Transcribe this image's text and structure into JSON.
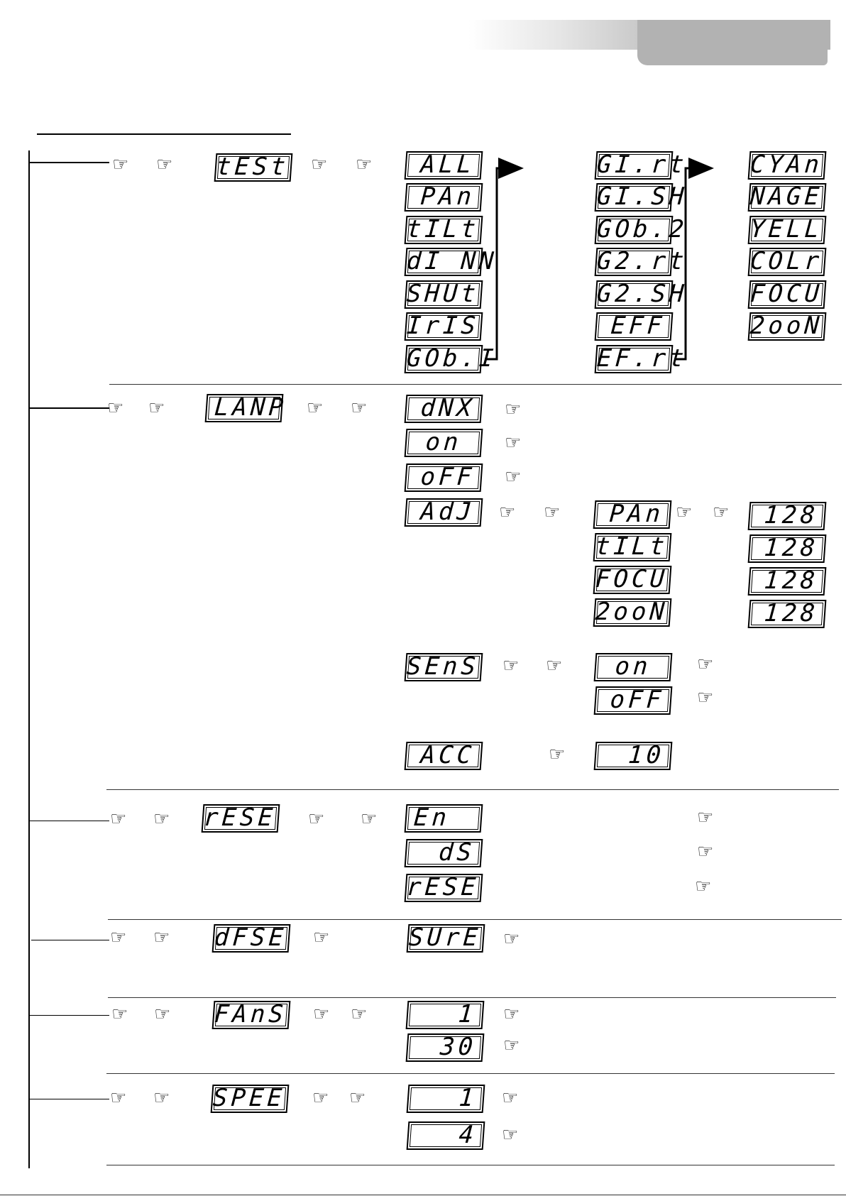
{
  "icon_glyphs": {
    "pointing-hand-icon": "☞"
  },
  "test_menu": {
    "label": "tESt",
    "col1": [
      "ALL",
      "PAn",
      "tILt",
      "dI NN",
      "SHUt",
      "IrIS",
      "GOb.I"
    ],
    "col2": [
      "GI.rt",
      "GI.SH",
      "GOb.2",
      "G2.rt",
      "G2.SH",
      "EFF",
      "EF.rt"
    ],
    "col3": [
      "CYAn",
      "NAGE",
      "YELL",
      "COLr",
      "FOCU",
      "2ooN"
    ]
  },
  "lamp_menu": {
    "label": "LANP",
    "options": [
      "dNX",
      "on",
      "oFF",
      "AdJ"
    ],
    "adj_params": [
      "PAn",
      "tILt",
      "FOCU",
      "2ooN"
    ],
    "adj_values": [
      "128",
      "128",
      "128",
      "128"
    ],
    "sens_label": "SEnS",
    "sens_options": [
      "on",
      "oFF"
    ],
    "acc_label": "ACC",
    "acc_value": "10"
  },
  "reset_menu": {
    "label": "rESE",
    "options": [
      "En",
      "dS",
      "rESE"
    ]
  },
  "default_menu": {
    "label": "dFSE",
    "confirm": "SUrE"
  },
  "fans_menu": {
    "label": "FAnS",
    "options": [
      "1",
      "30"
    ]
  },
  "speed_menu": {
    "label": "SPEE",
    "options": [
      "1",
      "4"
    ]
  }
}
